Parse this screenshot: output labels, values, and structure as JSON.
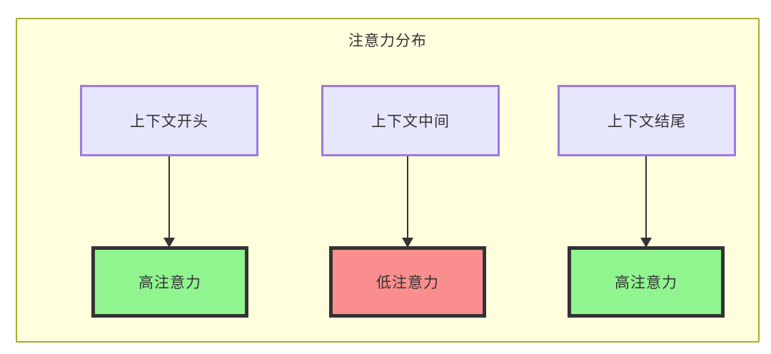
{
  "diagram": {
    "title": "注意力分布",
    "container": {
      "fill": "#ffffdd",
      "stroke": "#aaaa33"
    },
    "context_nodes": [
      {
        "id": "ctx-start",
        "label": "上下文开头",
        "fill": "#e6e6fd",
        "stroke": "#9d79e0"
      },
      {
        "id": "ctx-middle",
        "label": "上下文中间",
        "fill": "#e6e6fd",
        "stroke": "#9d79e0"
      },
      {
        "id": "ctx-end",
        "label": "上下文结尾",
        "fill": "#e6e6fd",
        "stroke": "#9d79e0"
      }
    ],
    "attention_nodes": [
      {
        "id": "attn-high-start",
        "label": "高注意力",
        "fill": "#90f58f",
        "stroke": "#333333"
      },
      {
        "id": "attn-low-middle",
        "label": "低注意力",
        "fill": "#fa8e8e",
        "stroke": "#333333"
      },
      {
        "id": "attn-high-end",
        "label": "高注意力",
        "fill": "#90f58f",
        "stroke": "#333333"
      }
    ],
    "edges": [
      {
        "from": "ctx-start",
        "to": "attn-high-start",
        "arrow": "down-arrow-icon"
      },
      {
        "from": "ctx-middle",
        "to": "attn-low-middle",
        "arrow": "down-arrow-icon"
      },
      {
        "from": "ctx-end",
        "to": "attn-high-end",
        "arrow": "down-arrow-icon"
      }
    ]
  }
}
